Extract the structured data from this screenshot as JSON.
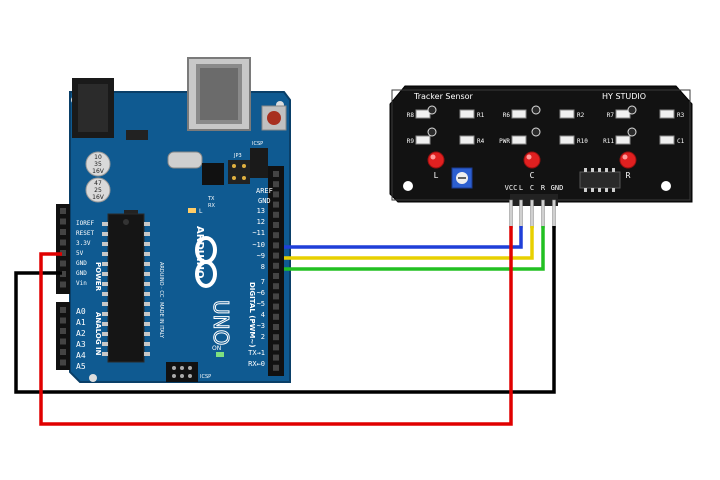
{
  "arduino": {
    "brand": "ARDUINO",
    "model": "UNO",
    "made_in": "ARDUINO · CC · MADE IN ITALY",
    "digital_label": "DIGITAL (PWM~)",
    "power_label": "POWER",
    "analog_label": "ANALOG IN",
    "aref": "AREF",
    "gnd": "GND",
    "pins_digital": [
      "13",
      "12",
      "~11",
      "~10",
      "~9",
      "8",
      "7",
      "~6",
      "~5",
      "4",
      "~3",
      "2",
      "TX→1",
      "RX←0"
    ],
    "pins_power": [
      "IOREF",
      "RESET",
      "3.3V",
      "5V",
      "GND",
      "GND",
      "Vin"
    ],
    "pins_analog": [
      "A0",
      "A1",
      "A2",
      "A3",
      "A4",
      "A5"
    ],
    "cap1": [
      "10",
      "35",
      "16V"
    ],
    "cap2": [
      "47",
      "25",
      "16V"
    ],
    "led_l": "L",
    "led_tx": "TX",
    "led_rx": "RX",
    "led_on": "ON",
    "icsp": "ICSP",
    "icsp2": "ICSP",
    "jp3": "JP3"
  },
  "sensor": {
    "title": "Tracker Sensor",
    "brand": "HY STUDIO",
    "resistors": [
      "R8",
      "R1",
      "R6",
      "R2",
      "R7",
      "R3",
      "R9",
      "R4",
      "PWR",
      "R10",
      "R11",
      "C1"
    ],
    "led_labels": [
      "L",
      "C",
      "R"
    ],
    "header_pins": [
      "VCC",
      "L",
      "C",
      "R",
      "GND"
    ]
  },
  "wires": {
    "colors": {
      "blue": "#1f3fd8",
      "yellow": "#e8d000",
      "green": "#22c022",
      "black": "#000000",
      "red": "#e00000"
    }
  }
}
